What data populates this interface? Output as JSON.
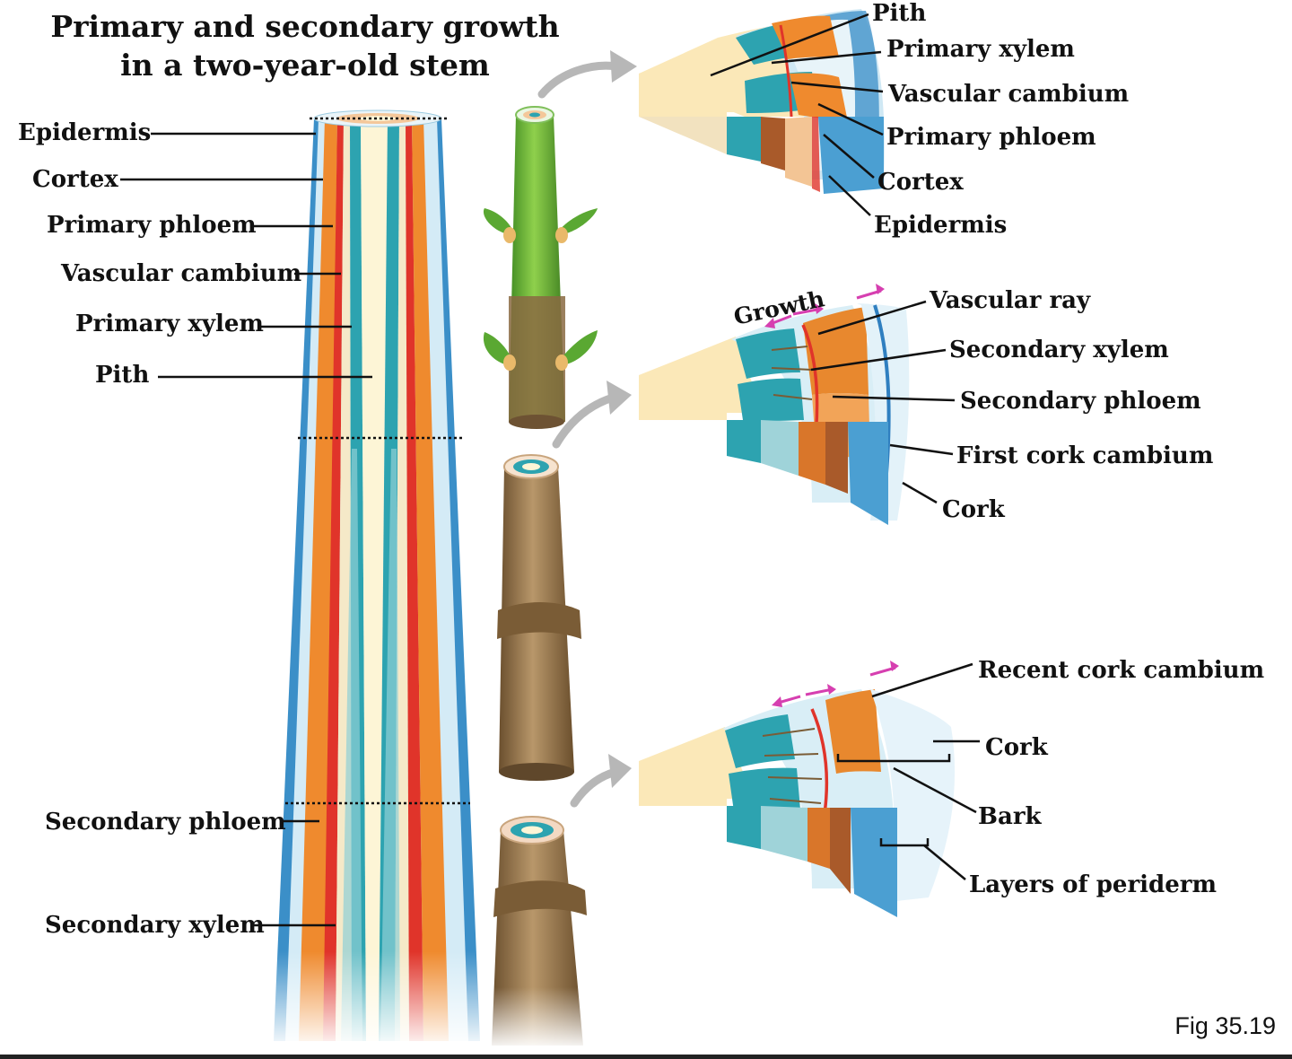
{
  "title": {
    "line1": "Primary and secondary growth",
    "line2": "in a two-year-old stem"
  },
  "stem_labels": {
    "epidermis": "Epidermis",
    "cortex": "Cortex",
    "primary_phloem": "Primary phloem",
    "vascular_cambium": "Vascular cambium",
    "primary_xylem": "Primary xylem",
    "pith": "Pith",
    "secondary_phloem": "Secondary phloem",
    "secondary_xylem": "Secondary xylem"
  },
  "section1_labels": {
    "pith": "Pith",
    "primary_xylem": "Primary xylem",
    "vascular_cambium": "Vascular cambium",
    "primary_phloem": "Primary phloem",
    "cortex": "Cortex",
    "epidermis": "Epidermis"
  },
  "section2_labels": {
    "growth": "Growth",
    "vascular_ray": "Vascular ray",
    "secondary_xylem": "Secondary xylem",
    "secondary_phloem": "Secondary phloem",
    "first_cork_cambium": "First cork cambium",
    "cork": "Cork"
  },
  "section3_labels": {
    "recent_cork_cambium": "Recent cork cambium",
    "cork": "Cork",
    "bark": "Bark",
    "layers_of_periderm": "Layers of periderm"
  },
  "figure_number": "Fig 35.19",
  "colors": {
    "pith": "#fdf5d8",
    "xylem_teal": "#2a9fad",
    "cambium_red": "#e03a2a",
    "phloem_orange": "#e8822a",
    "cortex_light_blue": "#cfe8f4",
    "epidermis_blue": "#3b8fc8",
    "bark_brown": "#8a6a42",
    "young_stem_green": "#5aa832",
    "growth_arrow": "#d63fb0"
  }
}
